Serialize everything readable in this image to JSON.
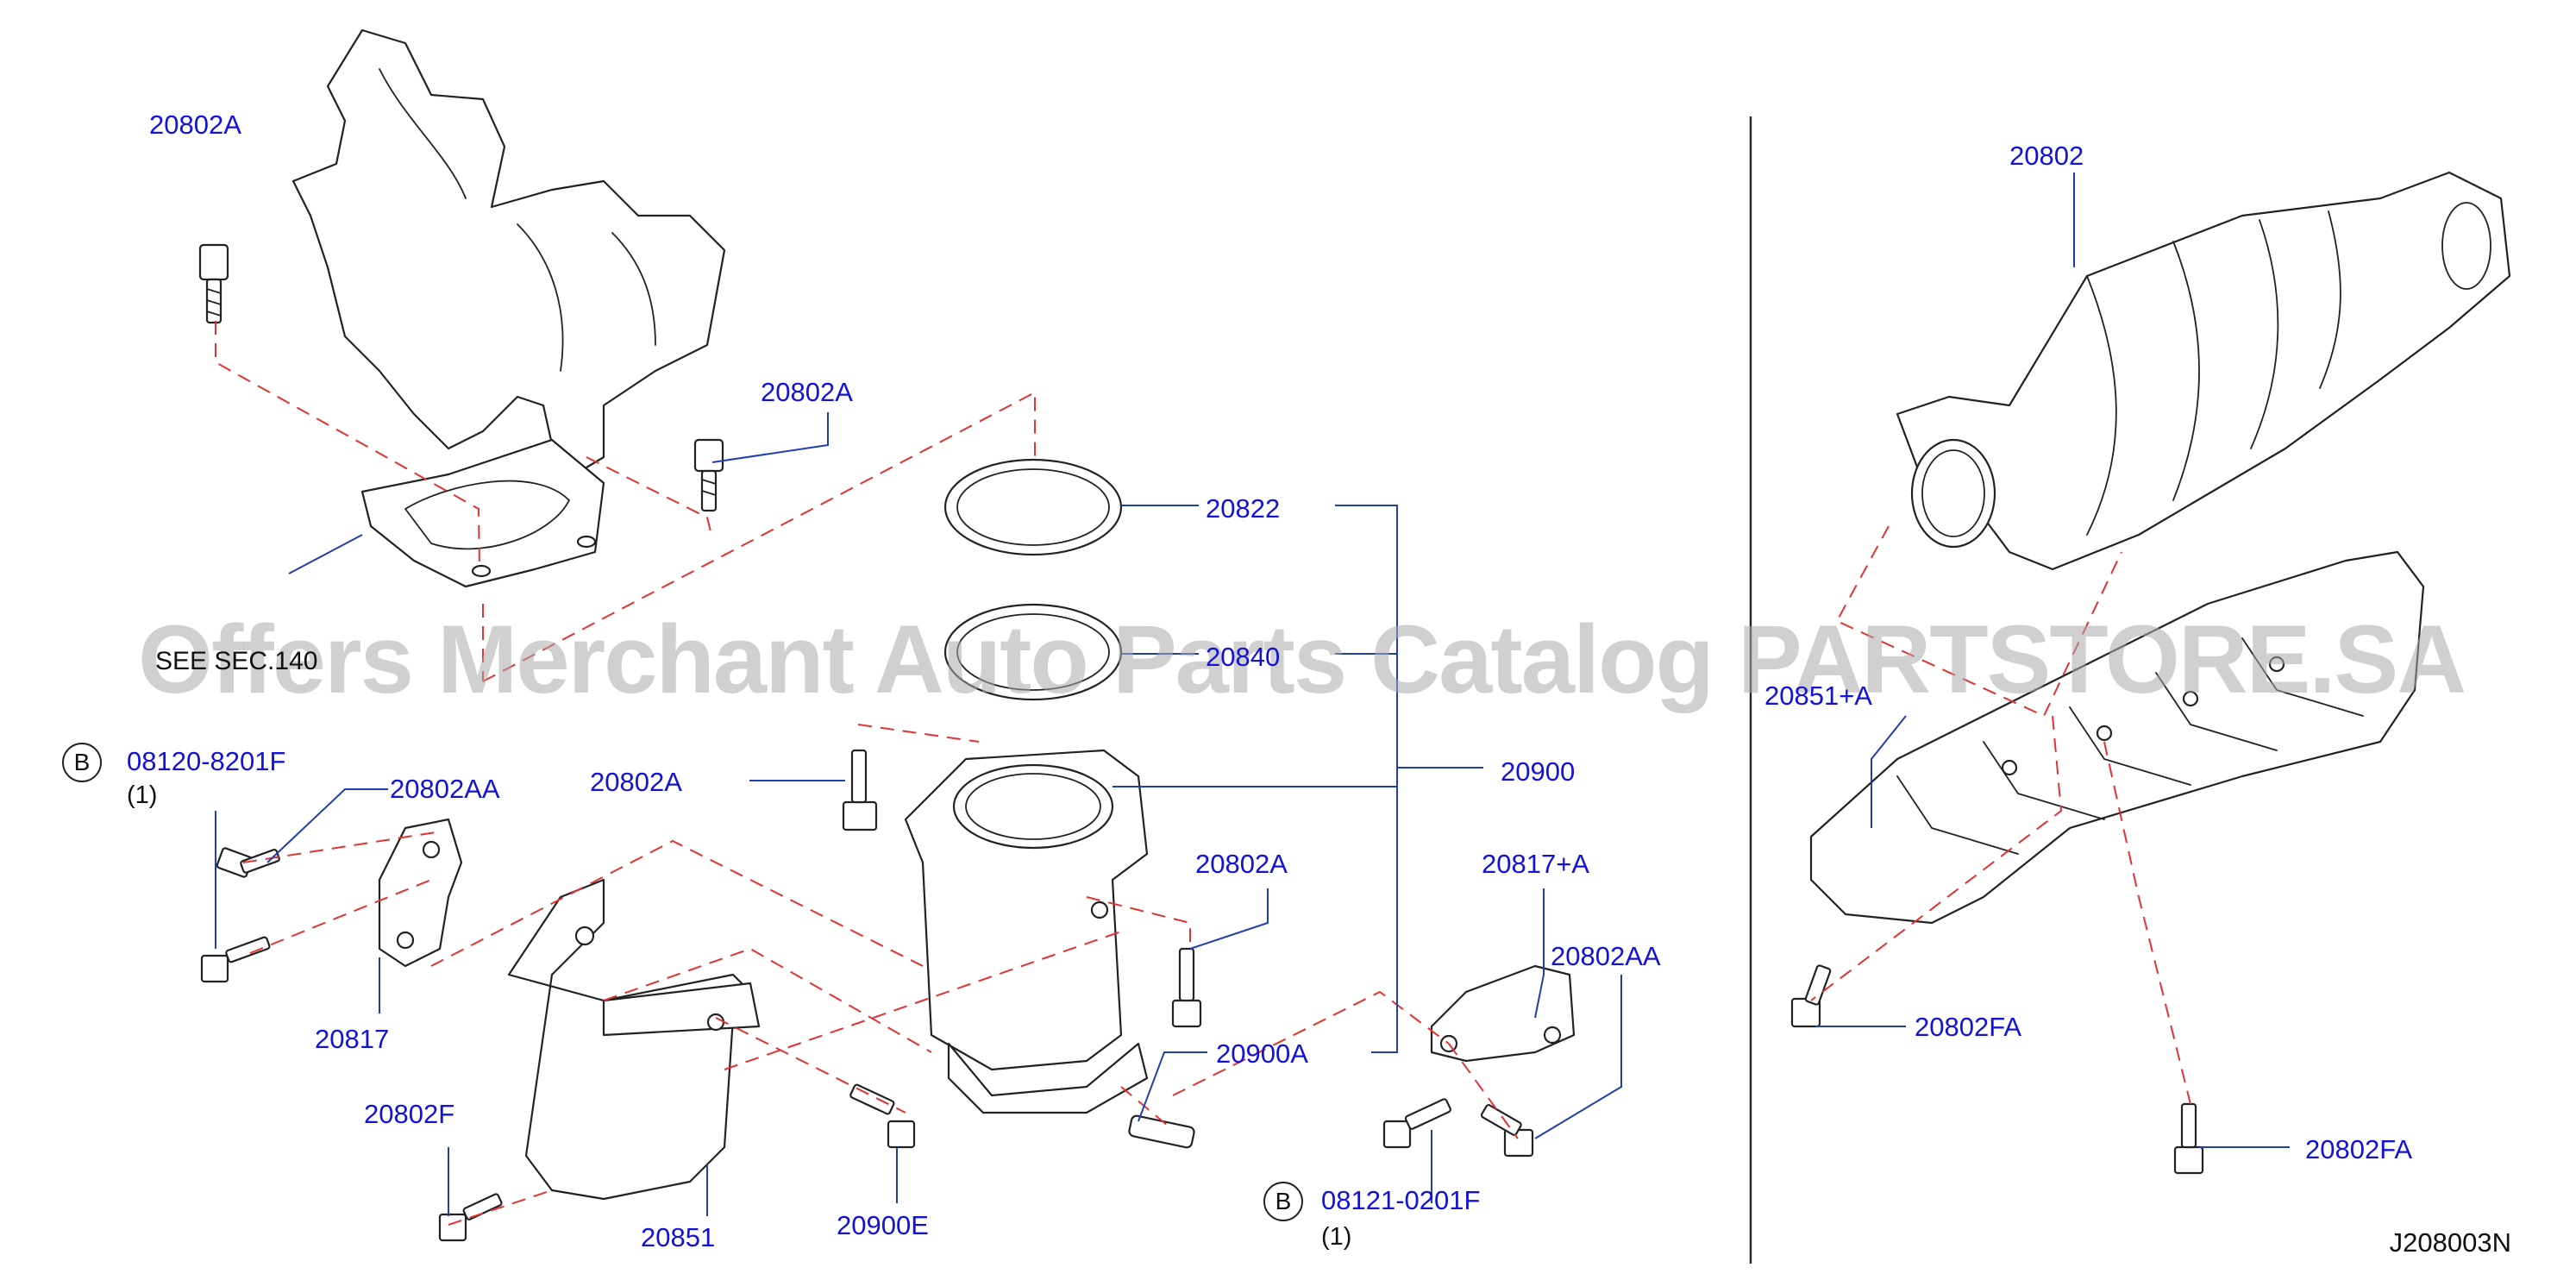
{
  "diagram": {
    "code": "J208003N",
    "watermark": "Offers Merchant Auto Parts Catalog PARTSTORE.SA",
    "see_note": "SEE SEC.140",
    "labels": {
      "l_20802A_top": "20802A",
      "l_20802A_mid": "20802A",
      "l_20822": "20822",
      "l_20840": "20840",
      "l_20900": "20900",
      "l_20802A_low": "20802A",
      "l_20802A_right": "20802A",
      "l_08120": "08120-8201F",
      "l_08120_qty": "(1)",
      "l_20802AA_left": "20802AA",
      "l_20817": "20817",
      "l_20802F": "20802F",
      "l_20851": "20851",
      "l_20900E": "20900E",
      "l_20900A": "20900A",
      "l_20817A": "20817+A",
      "l_20802AA_right": "20802AA",
      "l_08121": "08121-0201F",
      "l_08121_qty": "(1)",
      "l_20802": "20802",
      "l_20851A": "20851+A",
      "l_20802FA_1": "20802FA",
      "l_20802FA_2": "20802FA"
    },
    "badge_letter": "B",
    "colors": {
      "label": "#1212d8",
      "dashed_line": "#e23232",
      "leader": "#1e3fb0"
    }
  }
}
